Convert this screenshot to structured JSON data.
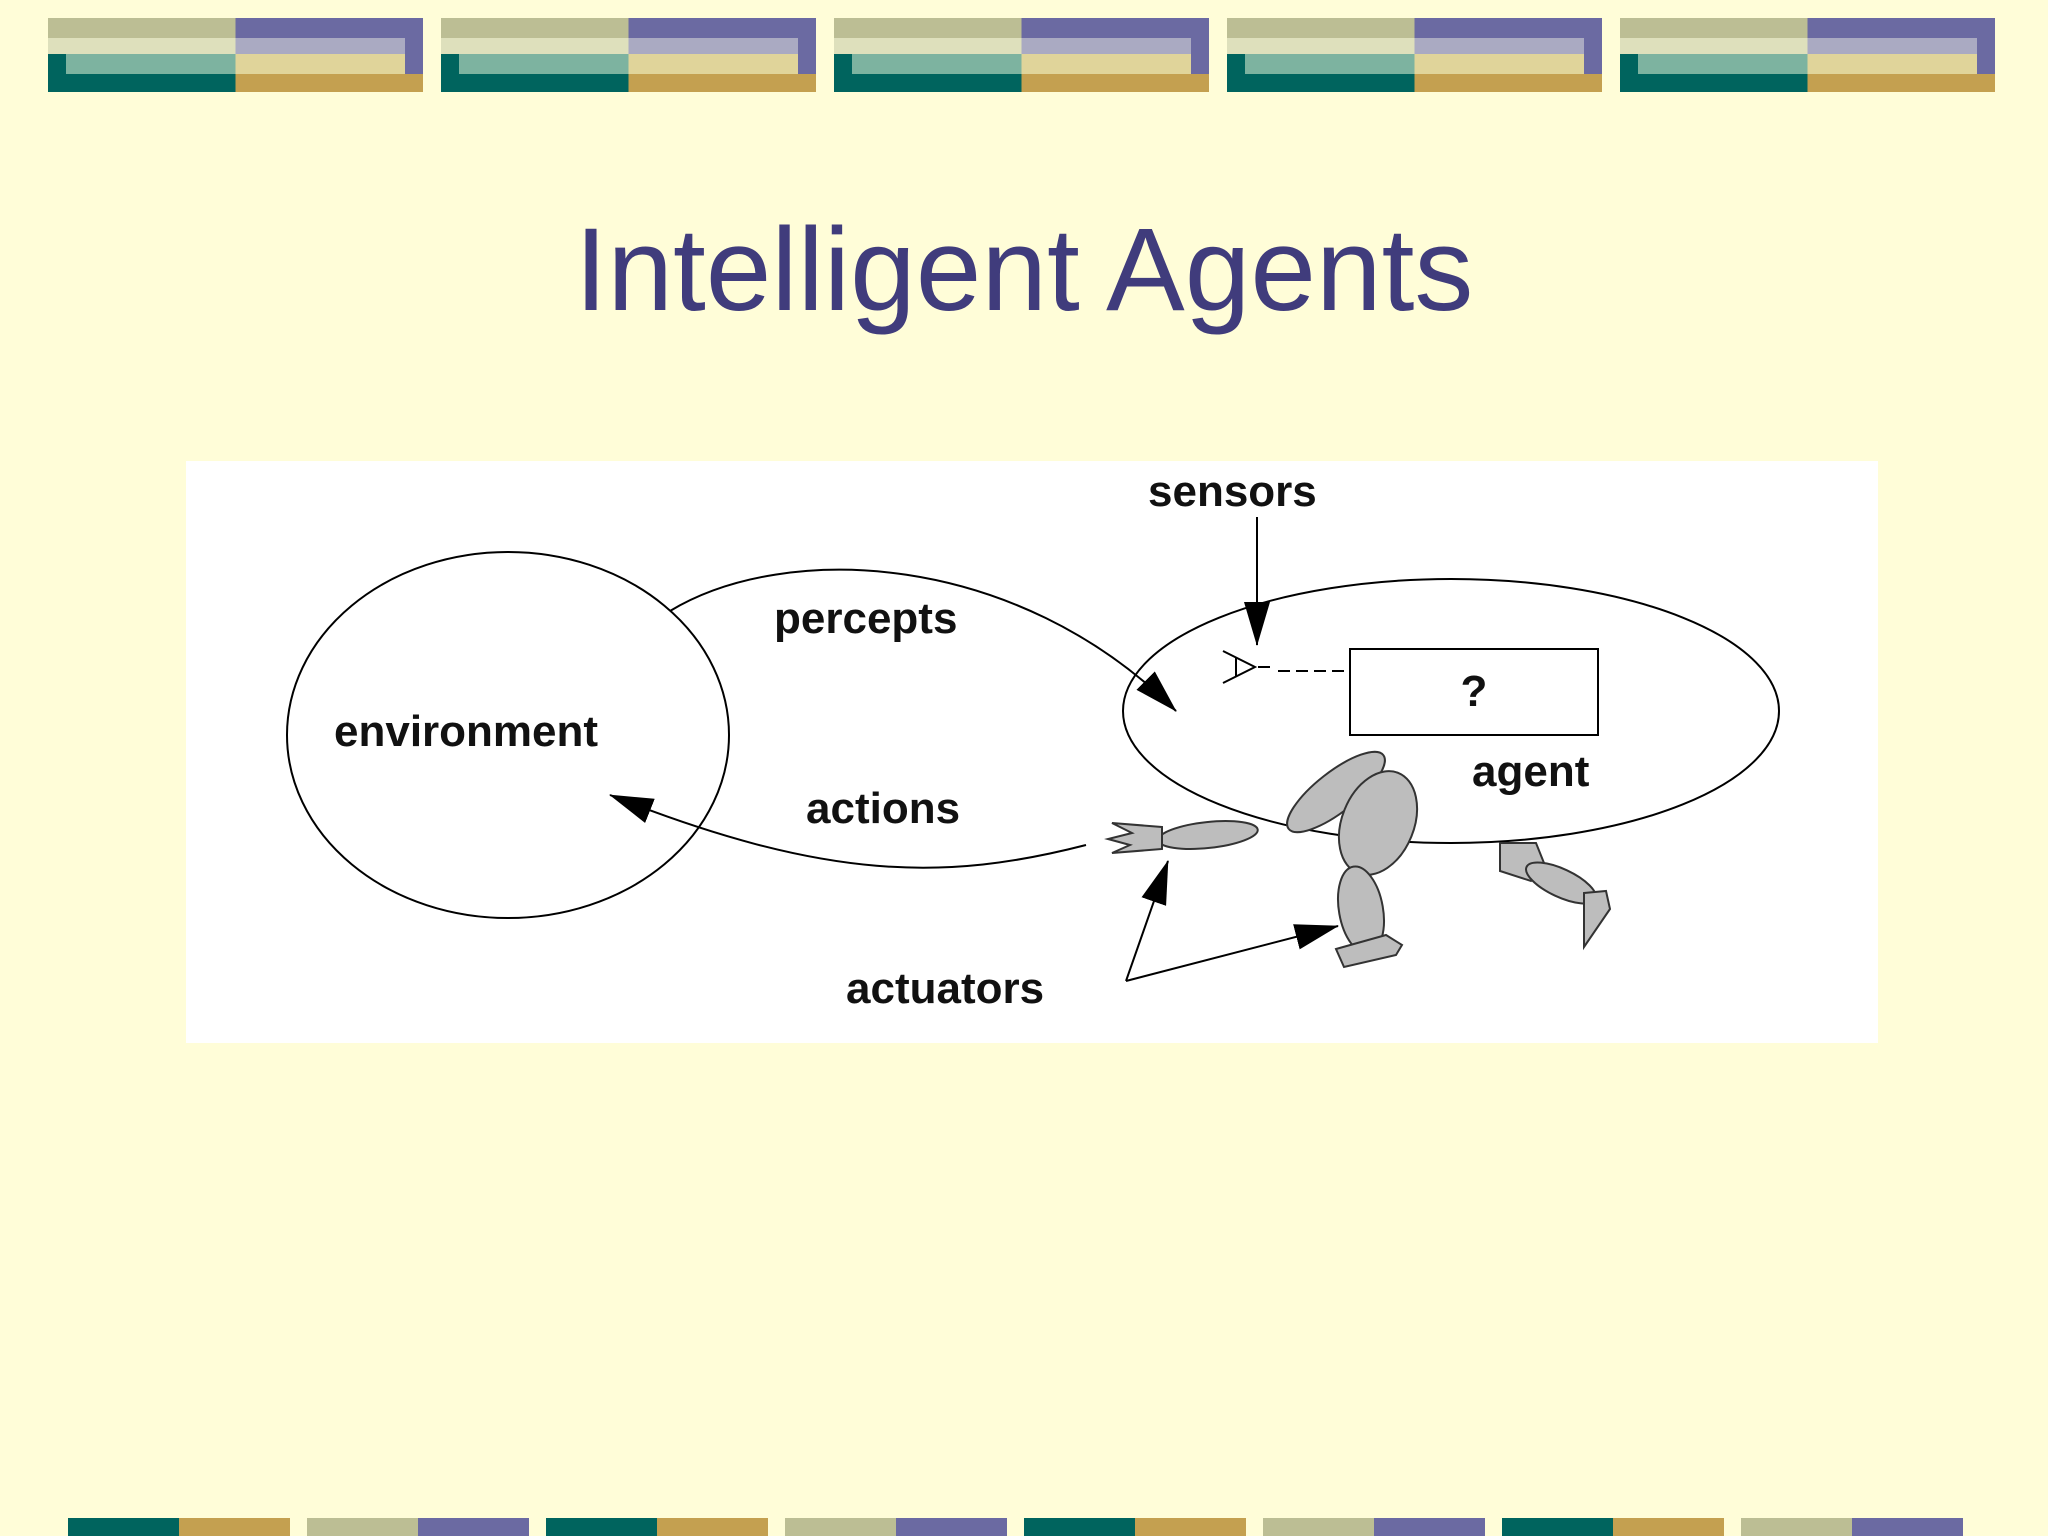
{
  "slide": {
    "title": "Intelligent Agents"
  },
  "diagram": {
    "labels": {
      "environment": "environment",
      "percepts": "percepts",
      "actions": "actions",
      "sensors": "sensors",
      "agent": "agent",
      "actuators": "actuators",
      "unknown": "?"
    }
  },
  "colors": {
    "background": "#FFFDD8",
    "title": "#403C7C",
    "banner_teal": "#00645E",
    "banner_gold": "#C4A050",
    "banner_indigo": "#6B6AA2",
    "banner_sage": "#BCBE94",
    "banner_mint": "#7DB3A0",
    "banner_cream": "#E0D49A",
    "banner_lilac": "#AAAAC2",
    "banner_pale": "#DEE0BC",
    "limb_gray": "#BDBDBD"
  }
}
